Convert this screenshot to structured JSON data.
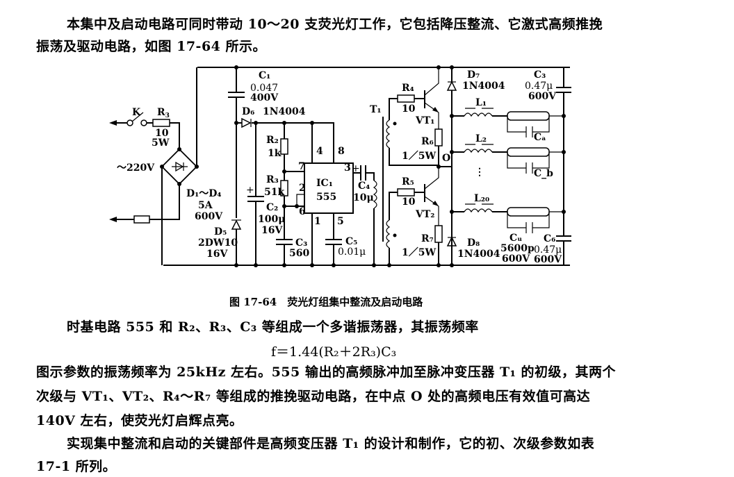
{
  "intro": {
    "line1": "本集中及启动电路可同时带动 10～20 支荧光灯工作，它包括降压整流、它激式高频推挽",
    "line2": "振荡及驱动电路，如图 17-64 所示。"
  },
  "figure": {
    "caption": "图 17-64　荧光灯组集中整流及启动电路",
    "labels": {
      "K": "K",
      "R3a": "R",
      "R3a_sub": "3",
      "R3a_v1": "10",
      "R3a_v2": "5W",
      "ac": "～220V",
      "bridge": "D₁～D₄",
      "bridge_v1": "5A",
      "bridge_v2": "600V",
      "D5": "D₅",
      "D5_v1": "2DW10",
      "D5_v2": "16V",
      "C1": "C₁",
      "C1_v1": "0.047",
      "C1_v2": "400V",
      "D6": "D₆",
      "D6_v": "1N4004",
      "R2": "R₂",
      "R2_v": "1k",
      "R3": "R₃",
      "R3_v": "51k",
      "C2": "C₂",
      "C2_v1": "100μ",
      "C2_v2": "16V",
      "C3": "C₃",
      "C3_v": "560",
      "IC1": "IC₁",
      "IC1_v": "555",
      "pin4": "4",
      "pin8": "8",
      "pin7": "7",
      "pin2": "2",
      "pin6": "6",
      "pin1": "1",
      "pin5": "5",
      "pin3": "3",
      "C4": "C₄",
      "C4_v": "10μ",
      "C5": "C₅",
      "C5_v": "0.01μ",
      "T1": "T₁",
      "R4": "R₄",
      "R4_v": "10",
      "R5": "R₅",
      "R5_v": "10",
      "VT1": "VT₁",
      "VT2": "VT₂",
      "R6": "R₆",
      "R6_v": "1／5W",
      "R7": "R₇",
      "R7_v": "1／5W",
      "O": "O",
      "D7": "D₇",
      "D7_v": "1N4004",
      "D8": "D₈",
      "D8_v": "1N4004",
      "L1": "L₁",
      "L2": "L₂",
      "L20": "L₂₀",
      "Ca": "Cₐ",
      "Cb": "C_b",
      "Cu": "Cᵤ",
      "Cu_v1": "5600p",
      "Cu_v2": "600V",
      "C3r": "C₃",
      "C3r_v1": "0.47μ",
      "C3r_v2": "600V",
      "C6": "C₆",
      "C6_v1": "0.47μ",
      "C6_v2": "600V",
      "ellipsis": "⋮"
    }
  },
  "body": {
    "p1": "时基电路 555 和 R₂、R₃、C₃ 等组成一个多谐振荡器，其振荡频率",
    "formula": "f＝1.44(R₂＋2R₃)C₃",
    "p2_line1": "图示参数的振荡频率为 25kHz 左右。555 输出的高频脉冲加至脉冲变压器 T₁ 的初级，其两个",
    "p2_line2": "次级与 VT₁、VT₂、R₄～R₇ 等组成的推挽驱动电路，在中点 O 处的高频电压有效值可高达",
    "p2_line3": "140V 左右，使荧光灯启辉点亮。",
    "p3_line1": "实现集中整流和启动的关键部件是高频变压器 T₁ 的设计和制作，它的初、次级参数如表",
    "p3_line2": "17-1 所列。"
  }
}
